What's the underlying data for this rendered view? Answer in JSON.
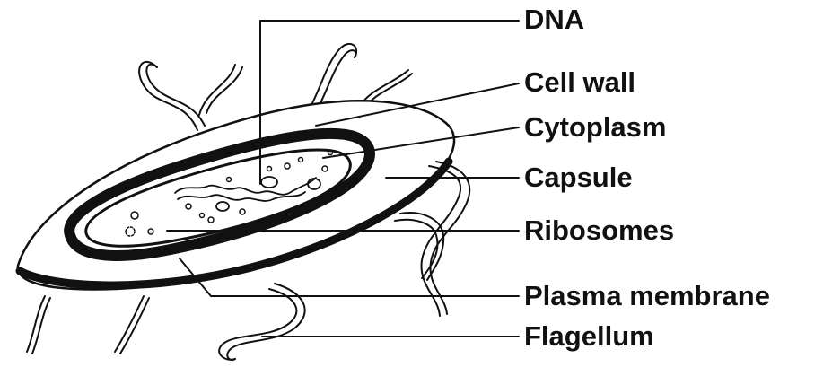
{
  "labels": {
    "dna": "DNA",
    "cell_wall": "Cell wall",
    "cytoplasm": "Cytoplasm",
    "capsule": "Capsule",
    "ribosomes": "Ribosomes",
    "plasma_membrane": "Plasma membrane",
    "flagellum": "Flagellum"
  },
  "colors": {
    "ink": "#111111",
    "background": "#ffffff"
  }
}
